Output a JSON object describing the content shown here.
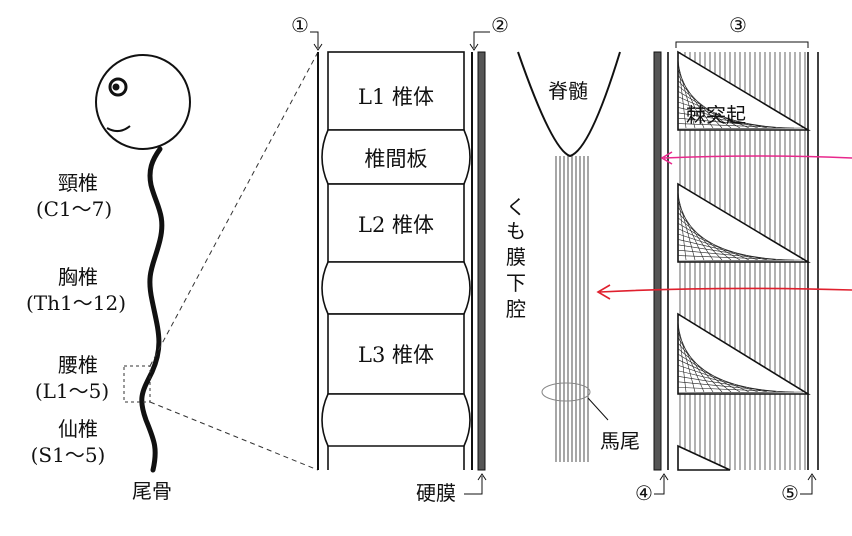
{
  "figure": {
    "spine_labels": {
      "cervical": "頸椎",
      "cervical_range": "(C1～7)",
      "thoracic": "胸椎",
      "thoracic_range": "(Th1～12)",
      "lumbar": "腰椎",
      "lumbar_range": "(L1～5)",
      "sacral": "仙椎",
      "sacral_range": "(S1～5)",
      "coccyx": "尾骨"
    },
    "column": {
      "l1": "L1 椎体",
      "disc": "椎間板",
      "l2": "L2 椎体",
      "l3": "L3 椎体",
      "dura": "硬膜"
    },
    "cord": {
      "spinal_cord": "脊髄",
      "subarachnoid": [
        "く",
        "も",
        "膜",
        "下",
        "腔"
      ],
      "cauda_equina": "馬尾"
    },
    "side": {
      "spinous_process": "棘突起"
    },
    "markers": [
      "①",
      "②",
      "③",
      "④",
      "⑤"
    ],
    "colors": {
      "ink": "#111111",
      "magenta_arrow": "#e8288c",
      "red_arrow": "#e0202e",
      "dura_fill": "#555555",
      "ellipse": "#888888"
    }
  }
}
